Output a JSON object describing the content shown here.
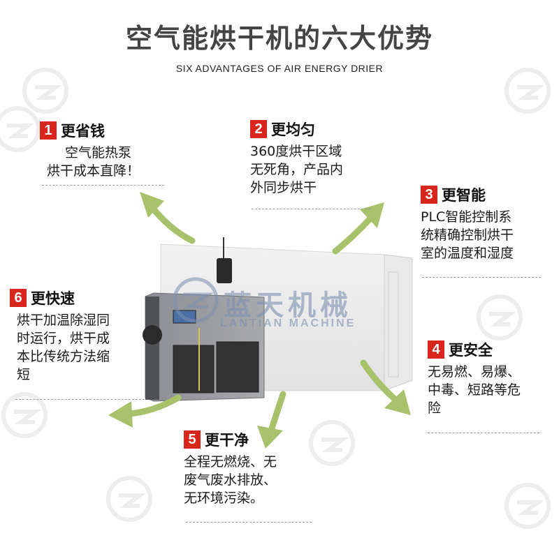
{
  "title": "空气能烘干机的六大优势",
  "subtitle": "SIX ADVANTAGES OF AIR ENERGY DRIER",
  "brand": {
    "cn": "蓝天机械",
    "en": "LANTIAN MACHINE",
    "color": "#7b8fb0"
  },
  "accent_color": "#d9261c",
  "arrow_color": "#a7c26a",
  "sections": [
    {
      "num": "1",
      "heading": "更省钱",
      "lines": [
        "空气能热泵",
        "烘干成本直降！"
      ]
    },
    {
      "num": "2",
      "heading": "更均匀",
      "lines": [
        "360度烘干区域",
        "无死角，产品内",
        "外同步烘干"
      ]
    },
    {
      "num": "3",
      "heading": "更智能",
      "lines": [
        "PLC智能控制系",
        "统精确控制烘干",
        "室的温度和湿度"
      ]
    },
    {
      "num": "4",
      "heading": "更安全",
      "lines": [
        "无易燃、易爆、",
        "中毒、短路等危",
        "险"
      ]
    },
    {
      "num": "5",
      "heading": "更干净",
      "lines": [
        "全程无燃烧、无",
        "废气废水排放、",
        "无环境污染。"
      ]
    },
    {
      "num": "6",
      "heading": "更快速",
      "lines": [
        "烘干加温除湿同",
        "时运行，烘干成",
        "本比传统方法缩",
        "短"
      ]
    }
  ]
}
